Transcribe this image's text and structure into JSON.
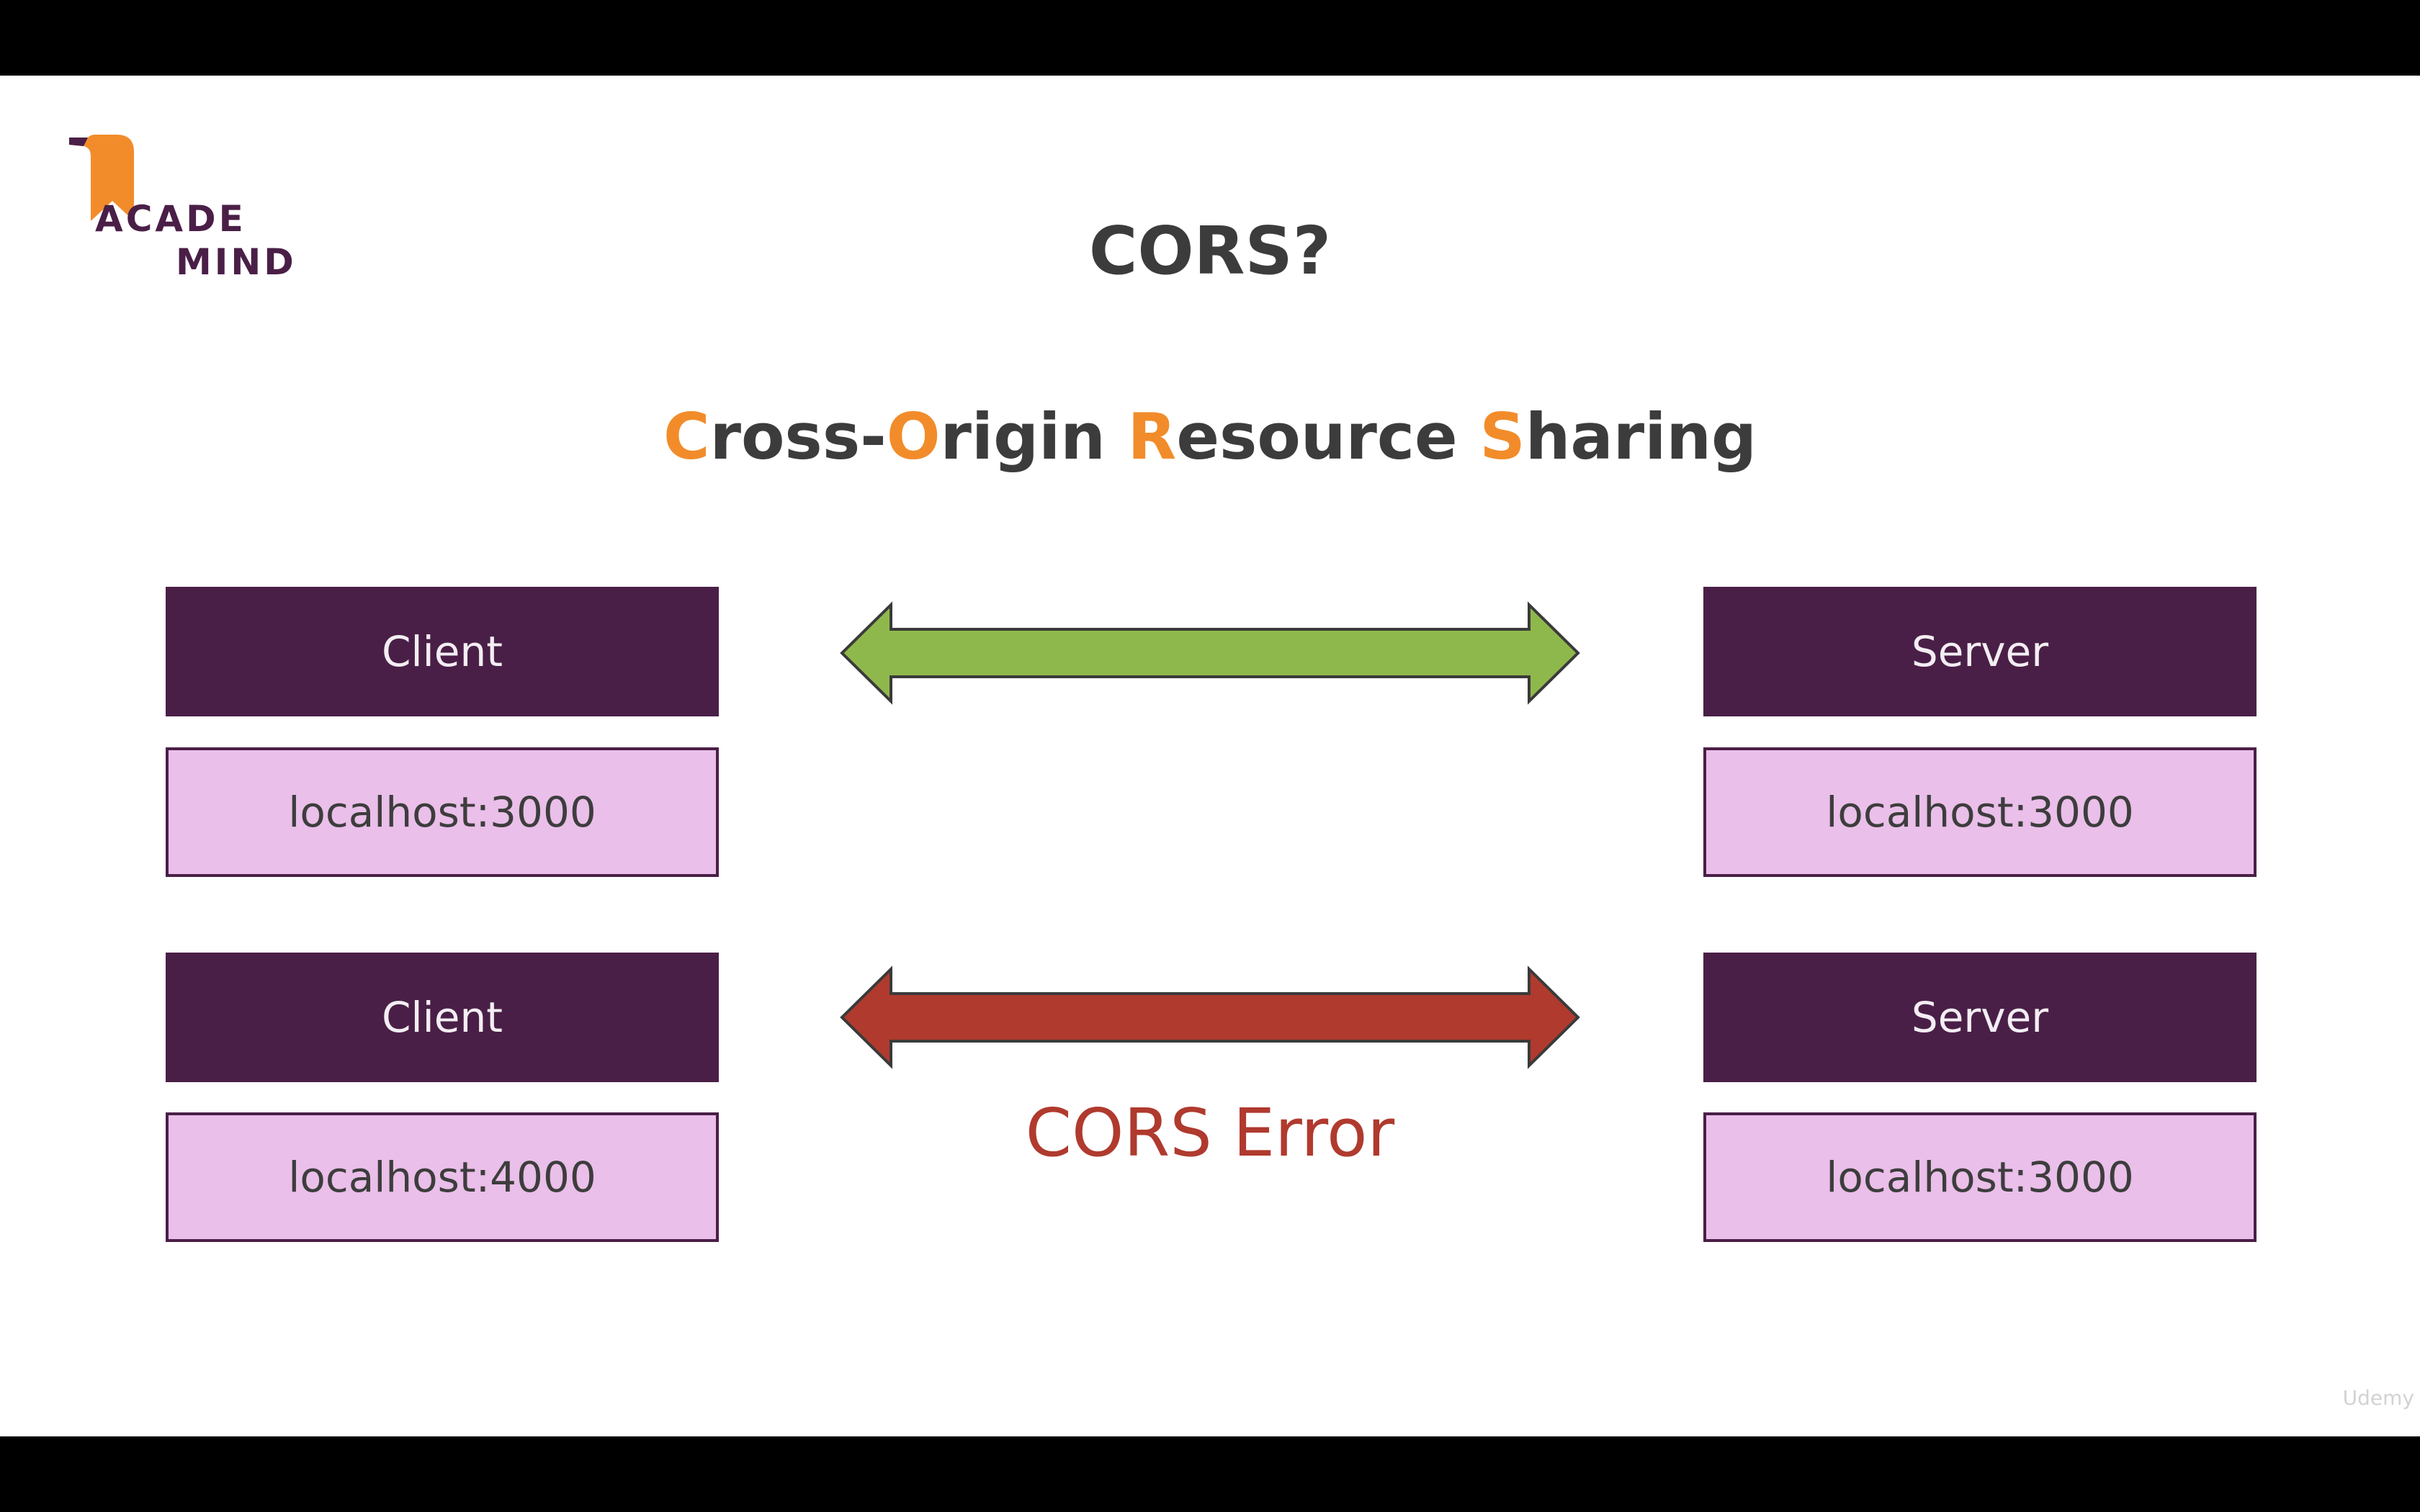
{
  "slide": {
    "logo": {
      "line1": "ACADE",
      "line2": "MIND"
    },
    "title": "CORS?",
    "subtitle": {
      "parts": [
        {
          "accent": "C",
          "rest": "ross-"
        },
        {
          "accent": "O",
          "rest": "rigin "
        },
        {
          "accent": "R",
          "rest": "esource "
        },
        {
          "accent": "S",
          "rest": "haring"
        }
      ]
    },
    "row1": {
      "left_role": "Client",
      "left_origin": "localhost:3000",
      "right_role": "Server",
      "right_origin": "localhost:3000"
    },
    "row2": {
      "left_role": "Client",
      "left_origin": "localhost:4000",
      "right_role": "Server",
      "right_origin": "localhost:3000",
      "error_label": "CORS Error"
    },
    "watermark": "Udemy"
  },
  "colors": {
    "purple_dark": "#4a1f47",
    "purple_light": "#eabfe9",
    "accent_orange": "#f28c2a",
    "arrow_ok": "#8fb84c",
    "arrow_error": "#b03a2e"
  }
}
